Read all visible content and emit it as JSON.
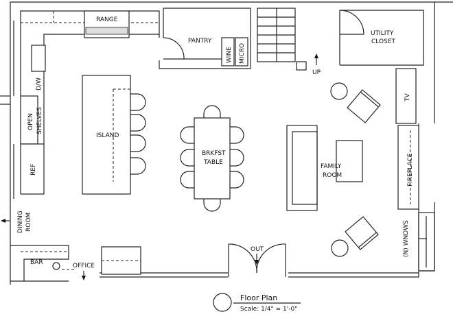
{
  "title": "Floor Plan",
  "scale": "Scale: 1/4\" = 1'-0\"",
  "labels": {
    "range": "RANGE",
    "pantry": "PANTRY",
    "wine": "WINE",
    "micro": "MICRO",
    "utility_1": "UTILITY",
    "utility_2": "CLOSET",
    "up": "UP",
    "tv": "TV",
    "dw": "D/W",
    "open": "OPEN",
    "shelves": "SHELVES",
    "island": "ISLAND",
    "brkfst": "BRKFST",
    "table": "TABLE",
    "family": "FAMILY",
    "room": "ROOM",
    "fireplace": "FIREPLACE",
    "ref": "REF",
    "dining": "DINING",
    "dining_room": "ROOM",
    "wndws": "(N) WNDWS",
    "out": "OUT",
    "bar": "BAR",
    "office": "OFFICE"
  }
}
